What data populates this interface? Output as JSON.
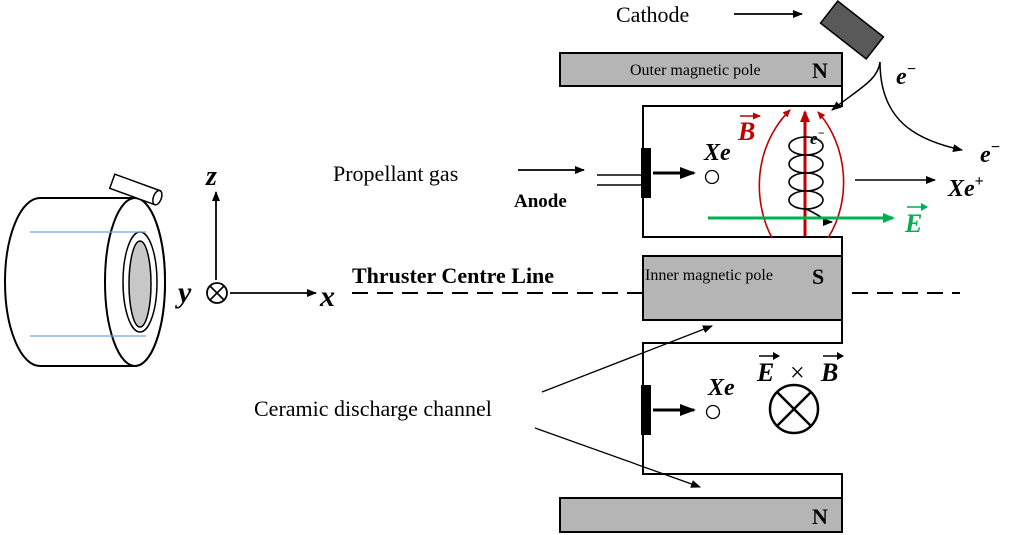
{
  "labels": {
    "cathode": "Cathode",
    "outer_pole": "Outer magnetic pole",
    "outer_pole_letter": "N",
    "inner_pole": "Inner magnetic pole",
    "inner_pole_letter": "S",
    "bottom_pole_letter": "N",
    "propellant": "Propellant gas",
    "anode": "Anode",
    "centre_line": "Thruster Centre Line",
    "ceramic": "Ceramic discharge channel"
  },
  "axes": {
    "z": "z",
    "y": "y",
    "x": "x"
  },
  "symbols": {
    "electron": "e",
    "electron_sup": "−",
    "xenon": "Xe",
    "xenon_ion_sup": "+",
    "b_field": "B",
    "e_field": "E",
    "cross": "×"
  },
  "colors": {
    "pole_fill": "#b5b5b5",
    "b_field": "#c00000",
    "e_field": "#00b050",
    "thruster_lines": "#6fa8dc",
    "ink": "#000000"
  }
}
